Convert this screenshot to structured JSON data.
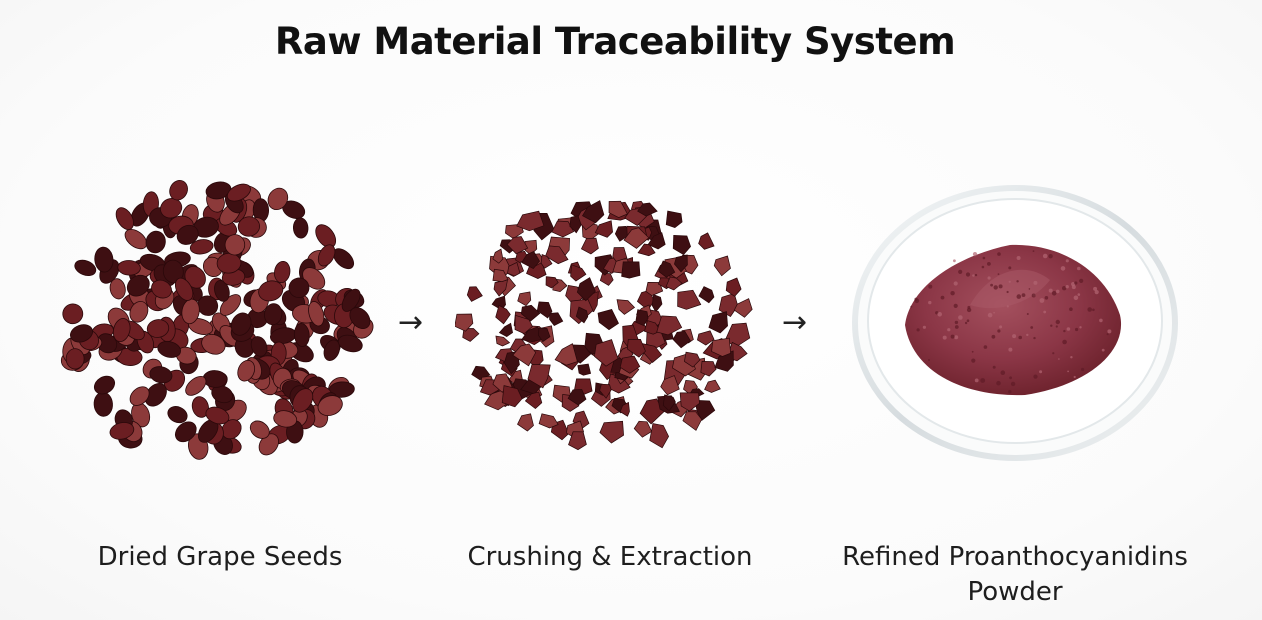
{
  "title": "Raw Material Traceability System",
  "stages": [
    {
      "label": "Dried Grape Seeds",
      "image": "grape-seeds-pile"
    },
    {
      "label": "Crushing & Extraction",
      "image": "crushed-seeds-pile"
    },
    {
      "label": "Refined Proanthocyanidins Powder",
      "image": "powder-petri-dish"
    }
  ],
  "arrow_glyph": "→",
  "colors": {
    "seed_dark": "#3e0f12",
    "seed_mid": "#6b1e22",
    "seed_light": "#8c3a3a",
    "powder": "#8e3a4a",
    "glass": "#e6ebee"
  }
}
